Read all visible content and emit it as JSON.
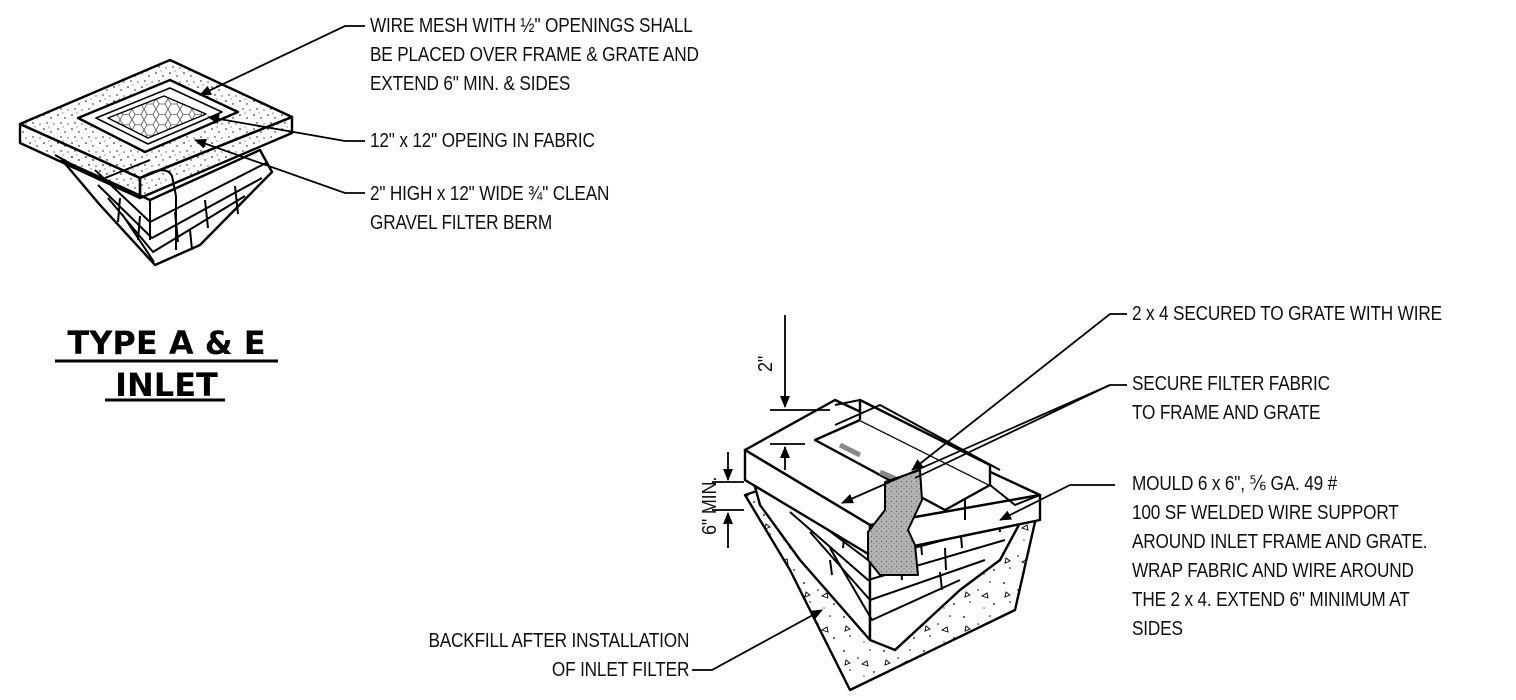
{
  "title": {
    "line1": "TYPE A & E",
    "line2": "INLET"
  },
  "top_callouts": {
    "wire_mesh": {
      "line1": "WIRE MESH WITH ½\" OPENINGS SHALL",
      "line2": "BE PLACED OVER FRAME & GRATE AND",
      "line3": "EXTEND 6\" MIN. & SIDES"
    },
    "opening": "12\" x 12\" OPEING IN FABRIC",
    "berm": {
      "line1": "2\" HIGH x 12\" WIDE ¾\" CLEAN",
      "line2": "GRAVEL FILTER BERM"
    }
  },
  "bottom_callouts": {
    "two_by_four": "2 x 4 SECURED TO GRATE WITH WIRE",
    "secure_fabric": {
      "line1": "SECURE FILTER FABRIC",
      "line2": "TO FRAME AND GRATE"
    },
    "mould": {
      "line1": "MOULD 6 x 6\", ⅚ GA. 49 #",
      "line2": "100 SF WELDED WIRE SUPPORT",
      "line3": "AROUND INLET FRAME AND GRATE.",
      "line4": "WRAP FABRIC AND WIRE AROUND",
      "line5": "THE 2 x 4. EXTEND 6\" MINIMUM AT",
      "line6": "SIDES"
    },
    "backfill": {
      "line1": "BACKFILL AFTER INSTALLATION",
      "line2": "OF INLET FILTER"
    }
  },
  "dimensions": {
    "two_inch": "2\"",
    "six_inch_min": "6\" MIN."
  },
  "colors": {
    "ink": "#000000",
    "fabric_fill": "#a9a9a9",
    "mesh_fill": "#e6e6e6"
  }
}
